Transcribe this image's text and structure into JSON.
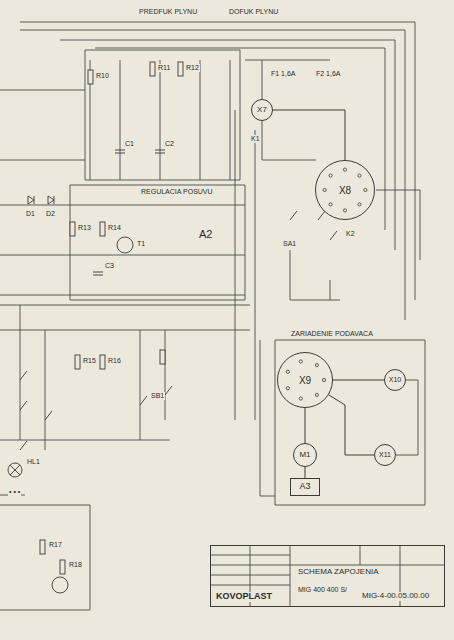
{
  "diagram": {
    "nodes": [
      {
        "text": [
          "X7"
        ]
      },
      {
        "text": [
          "X8"
        ]
      },
      {
        "text": [
          "X9"
        ]
      },
      {
        "text": [
          "X10"
        ]
      },
      {
        "text": [
          "X11"
        ]
      },
      {
        "text": [
          "M1"
        ]
      },
      {
        "text": [
          "A3"
        ]
      },
      {
        "text": [
          "KOVOPLAST",
          "SCHEMA ZAPOJENIA",
          "MIG 400 400 S/",
          "MIG-4-00.05.00.00"
        ]
      }
    ],
    "edges": [
      {
        "from": 2,
        "to": 3,
        "arrow": "none"
      },
      {
        "from": 2,
        "to": 4,
        "arrow": "none"
      },
      {
        "from": 2,
        "to": 5,
        "arrow": "none"
      },
      {
        "from": 5,
        "to": 6,
        "arrow": "none"
      },
      {
        "from": 0,
        "to": 1,
        "arrow": "none"
      }
    ],
    "labels": [
      "PREDFUK PLYNU",
      "DOFUK PLYNU",
      "F1 1,6A",
      "F2 1,6A",
      "REGULACIA POSUVU",
      "A2",
      "ZARIADENIE PODAVACA",
      "R10",
      "R11",
      "R12",
      "C1",
      "C2",
      "K1",
      "D1",
      "D2",
      "T1",
      "R13",
      "R14",
      "C3",
      "SA1",
      "HL1",
      "SB1",
      "R15",
      "R16",
      "K2",
      "• • •",
      "R17",
      "R18"
    ]
  }
}
